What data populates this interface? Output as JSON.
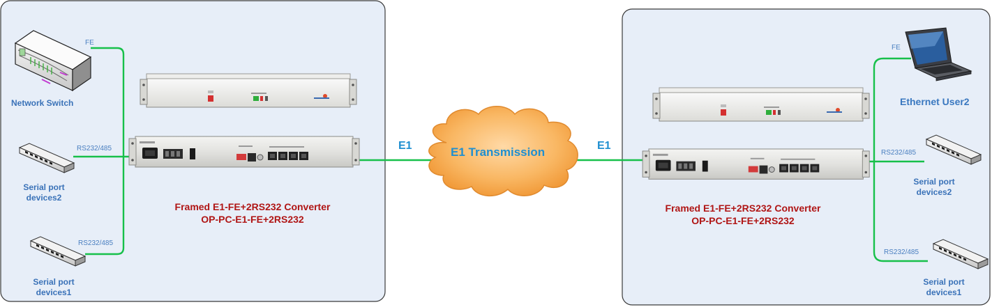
{
  "diagram": {
    "colors": {
      "panel_fill": "#e7eef8",
      "panel_border": "#3a3a3a",
      "link_green": "#17c04a",
      "label_blue": "#4a7fc0",
      "title_red": "#b01515",
      "cloud_orange": "#f6a03c",
      "e1_blue": "#1f8fd0"
    },
    "left_site": {
      "network_switch_label": "Network Switch",
      "fe_label": "FE",
      "rs_top_label": "RS232/485",
      "rs_bottom_label": "RS232/485",
      "serial2_line1": "Serial port",
      "serial2_line2": "devices2",
      "serial1_line1": "Serial port",
      "serial1_line2": "devices1",
      "converter_title": "Framed E1-FE+2RS232 Converter",
      "converter_model": "OP-PC-E1-FE+2RS232",
      "icons": [
        "network-switch-icon",
        "serial-device-icon",
        "serial-device-icon",
        "rack-unit-front",
        "rack-unit-rear"
      ]
    },
    "center": {
      "e1_left": "E1",
      "e1_right": "E1",
      "cloud_label": "E1 Transmission",
      "icons": [
        "cloud-icon"
      ]
    },
    "right_site": {
      "fe_label": "FE",
      "ethernet_user_label": "Ethernet User2",
      "rs_top_label": "RS232/485",
      "rs_bottom_label": "RS232/485",
      "serial2_line1": "Serial port",
      "serial2_line2": "devices2",
      "serial1_line1": "Serial port",
      "serial1_line2": "devices1",
      "converter_title": "Framed E1-FE+2RS232 Converter",
      "converter_model": "OP-PC-E1-FE+2RS232",
      "icons": [
        "laptop-icon",
        "serial-device-icon",
        "serial-device-icon",
        "rack-unit-front",
        "rack-unit-rear"
      ]
    }
  }
}
